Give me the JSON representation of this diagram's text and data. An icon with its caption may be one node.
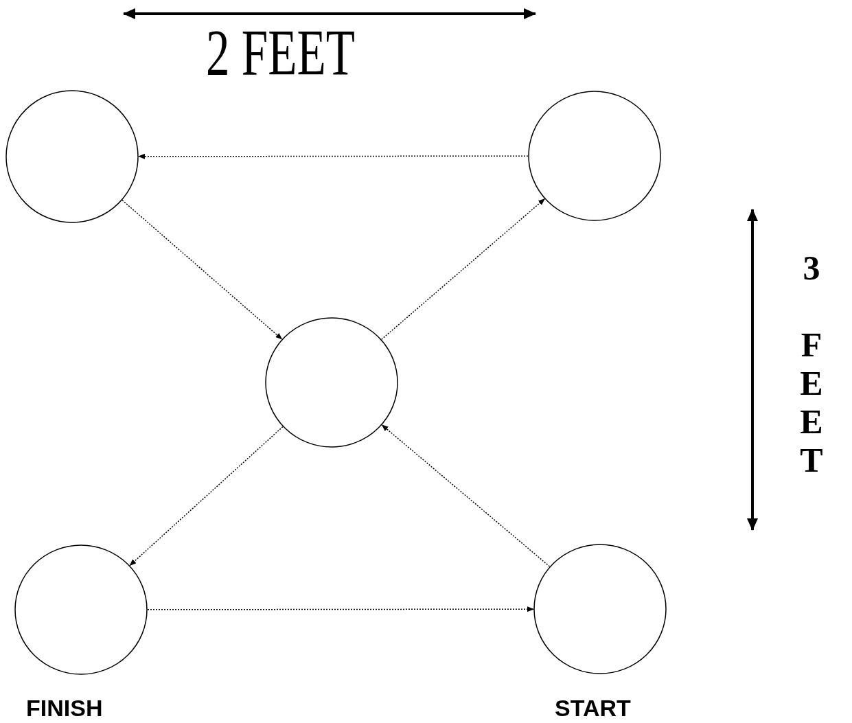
{
  "diagram": {
    "nodes": [
      {
        "text": [],
        "shape": "circle"
      },
      {
        "text": [],
        "shape": "circle"
      },
      {
        "text": [],
        "shape": "circle"
      },
      {
        "text": [],
        "shape": "circle",
        "beside": [
          "FINISH"
        ]
      },
      {
        "text": [],
        "shape": "circle",
        "beside": [
          "START"
        ]
      }
    ],
    "edges": [
      {
        "from": 1,
        "to": 0,
        "arrow": "to",
        "style": "dashed"
      },
      {
        "from": 0,
        "to": 2,
        "arrow": "to",
        "style": "dashed"
      },
      {
        "from": 2,
        "to": 3,
        "arrow": "to",
        "style": "dashed"
      },
      {
        "from": 3,
        "to": 4,
        "arrow": "to",
        "style": "dashed"
      },
      {
        "from": 4,
        "to": 2,
        "arrow": "to",
        "style": "dashed"
      },
      {
        "from": 2,
        "to": 1,
        "arrow": "to",
        "style": "dashed"
      }
    ],
    "labels": [
      "2 FEET",
      "3 FEET"
    ]
  }
}
